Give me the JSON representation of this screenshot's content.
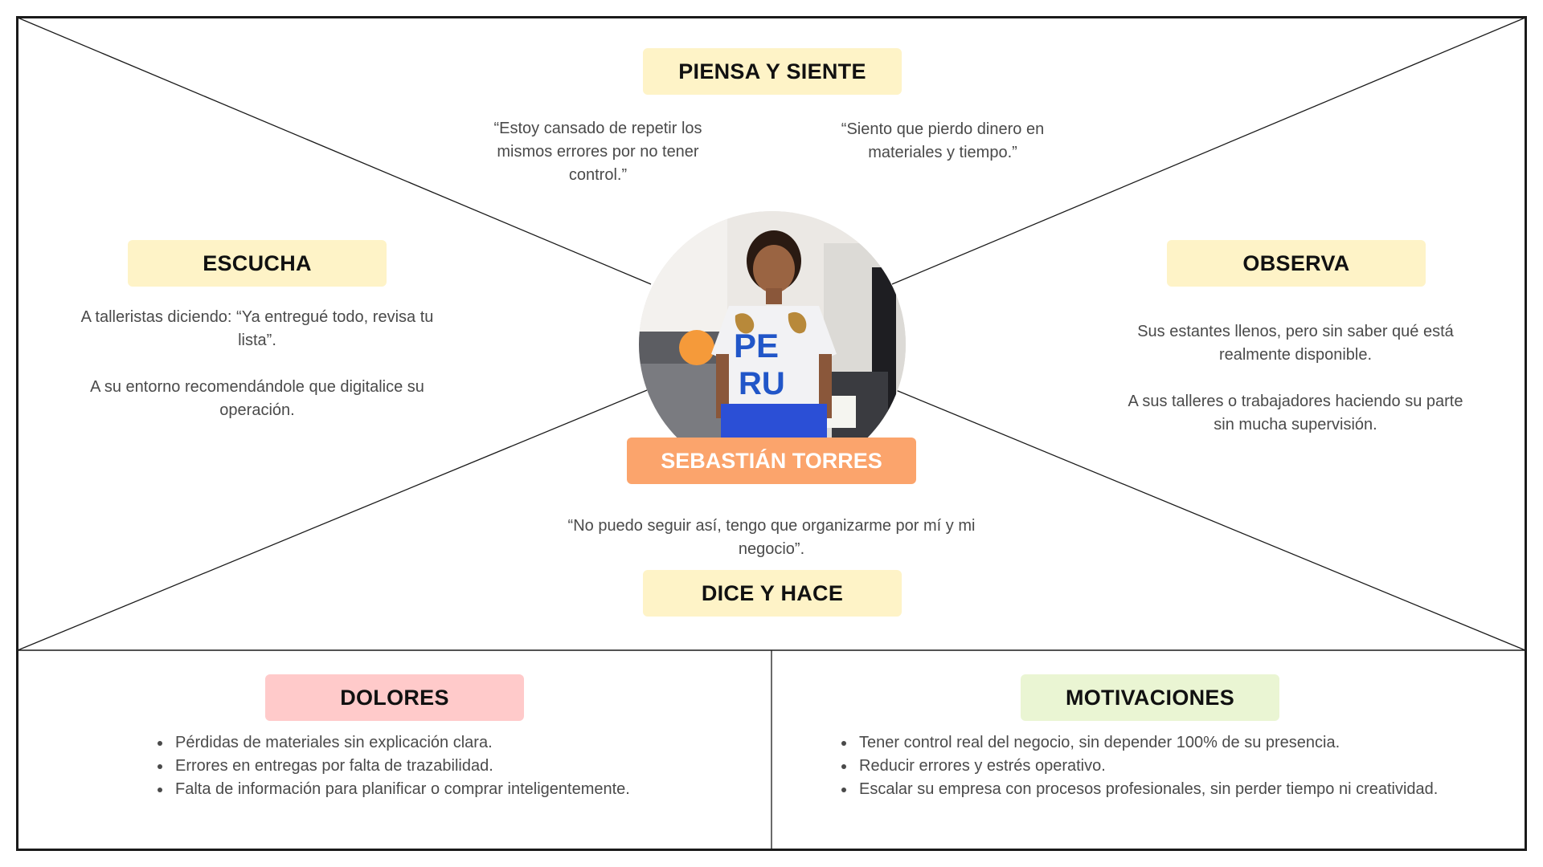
{
  "colors": {
    "yellow_label": "#fef3c7",
    "orange_label": "#fba46c",
    "pink_label": "#ffcaca",
    "green_label": "#eaf5d3",
    "border": "#1a1a1a"
  },
  "persona": {
    "name": "SEBASTIÁN TORRES",
    "photo_icon": "person-photo"
  },
  "piensa_siente": {
    "title": "PIENSA Y SIENTE",
    "quote_left": "“Estoy cansado de repetir los mismos errores por no tener control.”",
    "quote_right": "“Siento que pierdo dinero en materiales y tiempo.”"
  },
  "escucha": {
    "title": "ESCUCHA",
    "item1": "A talleristas diciendo: “Ya entregué todo, revisa tu lista”.",
    "item2": "A su entorno recomendándole que digitalice su operación."
  },
  "observa": {
    "title": "OBSERVA",
    "item1": "Sus estantes llenos, pero sin saber qué está realmente disponible.",
    "item2": "A sus talleres o trabajadores haciendo su parte sin mucha supervisión."
  },
  "dice_hace": {
    "title": "DICE Y HACE",
    "quote": "“No puedo seguir así, tengo que organizarme por mí y mi negocio”."
  },
  "dolores": {
    "title": "DOLORES",
    "items": [
      "Pérdidas de materiales sin explicación clara.",
      "Errores en entregas por falta de trazabilidad.",
      "Falta de información para planificar o comprar inteligentemente."
    ]
  },
  "motivaciones": {
    "title": "MOTIVACIONES",
    "items": [
      "Tener control real del negocio, sin depender 100% de su presencia.",
      "Reducir errores y estrés operativo.",
      "Escalar su empresa con procesos profesionales, sin perder tiempo ni creatividad."
    ]
  }
}
